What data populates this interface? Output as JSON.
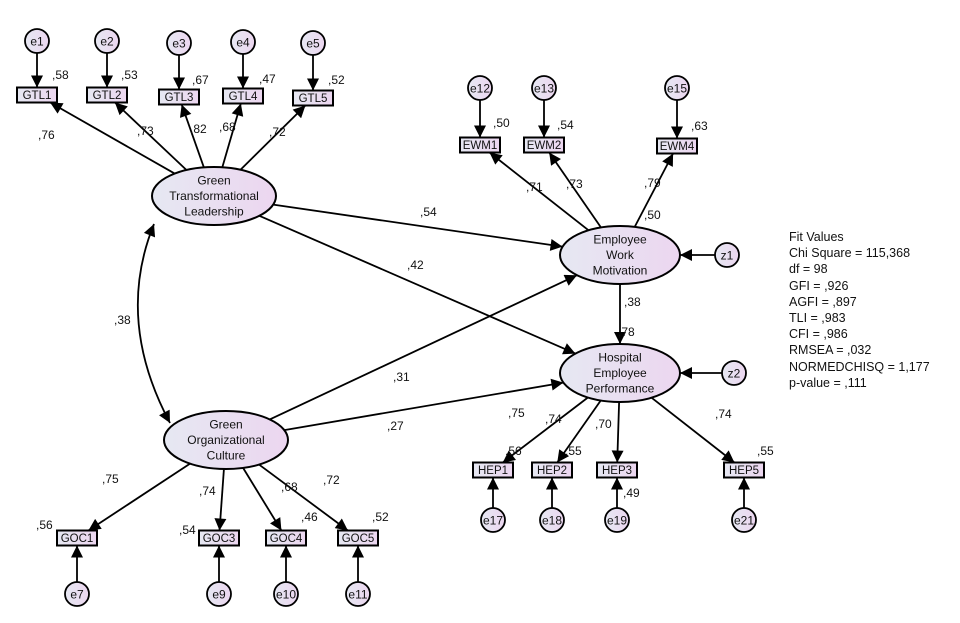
{
  "diagram": {
    "type": "structural-equation-model",
    "latent_variables": {
      "GTL": [
        "Green",
        "Transformational",
        "Leadership"
      ],
      "GOC": [
        "Green",
        "Organizational",
        "Culture"
      ],
      "EWM": [
        "Employee",
        "Work",
        "Motivation"
      ],
      "HEP": [
        "Hospital",
        "Employee",
        "Performance"
      ]
    },
    "indicators": [
      {
        "id": "GTL1",
        "error": "e1",
        "latent": "GTL",
        "loading": ",76",
        "r2": ",58"
      },
      {
        "id": "GTL2",
        "error": "e2",
        "latent": "GTL",
        "loading": ",73",
        "r2": ",53"
      },
      {
        "id": "GTL3",
        "error": "e3",
        "latent": "GTL",
        "loading": ",82",
        "r2": ",67"
      },
      {
        "id": "GTL4",
        "error": "e4",
        "latent": "GTL",
        "loading": ",68",
        "r2": ",47"
      },
      {
        "id": "GTL5",
        "error": "e5",
        "latent": "GTL",
        "loading": ",72",
        "r2": ",52"
      },
      {
        "id": "EWM1",
        "error": "e12",
        "latent": "EWM",
        "loading": ",71",
        "r2": ",50"
      },
      {
        "id": "EWM2",
        "error": "e13",
        "latent": "EWM",
        "loading": ",73",
        "r2": ",54"
      },
      {
        "id": "EWM4",
        "error": "e15",
        "latent": "EWM",
        "loading": ",79",
        "r2": ",63"
      },
      {
        "id": "GOC1",
        "error": "e7",
        "latent": "GOC",
        "loading": ",75",
        "r2": ",56"
      },
      {
        "id": "GOC3",
        "error": "e9",
        "latent": "GOC",
        "loading": ",74",
        "r2": ",54"
      },
      {
        "id": "GOC4",
        "error": "e10",
        "latent": "GOC",
        "loading": ",68",
        "r2": ",46"
      },
      {
        "id": "GOC5",
        "error": "e11",
        "latent": "GOC",
        "loading": ",72",
        "r2": ",52"
      },
      {
        "id": "HEP1",
        "error": "e17",
        "latent": "HEP",
        "loading": ",75",
        "r2": ",56"
      },
      {
        "id": "HEP2",
        "error": "e18",
        "latent": "HEP",
        "loading": ",74",
        "r2": ",55"
      },
      {
        "id": "HEP3",
        "error": "e19",
        "latent": "HEP",
        "loading": ",70",
        "r2": ",49"
      },
      {
        "id": "HEP5",
        "error": "e21",
        "latent": "HEP",
        "loading": ",74",
        "r2": ",55"
      }
    ],
    "paths": [
      {
        "from": "GTL",
        "to": "EWM",
        "value": ",54"
      },
      {
        "from": "GTL",
        "to": "HEP",
        "value": ",42"
      },
      {
        "from": "GOC",
        "to": "EWM",
        "value": ",31"
      },
      {
        "from": "GOC",
        "to": "HEP",
        "value": ",27"
      },
      {
        "from": "EWM",
        "to": "HEP",
        "value": ",38"
      }
    ],
    "covariance": {
      "between": [
        "GTL",
        "GOC"
      ],
      "value": ",38"
    },
    "disturbances": [
      {
        "id": "z1",
        "latent": "EWM",
        "r2": ",50"
      },
      {
        "id": "z2",
        "latent": "HEP",
        "r2": ",78"
      }
    ]
  },
  "fit_values": {
    "title": "Fit Values",
    "lines": [
      "Chi Square = 115,368",
      "df = 98",
      "GFI = ,926",
      "AGFI = ,897",
      "TLI = ,983",
      "CFI = ,986",
      "RMSEA = ,032",
      "NORMEDCHISQ = 1,177",
      "p-value = ,111"
    ]
  },
  "colors": {
    "node_fill_left": "#e6e8f2",
    "node_fill_right": "#ead6f0",
    "stroke": "#000000"
  }
}
